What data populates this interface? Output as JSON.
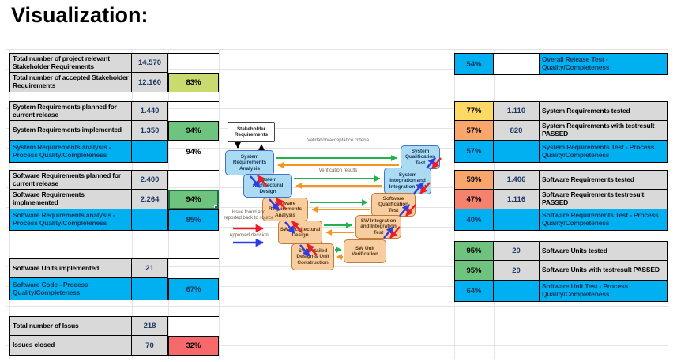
{
  "title": "Visualization:",
  "colors": {
    "cell_blue": "#00B0F0",
    "cell_gray": "#D9D9D9",
    "scale_green": "#6EC47E",
    "scale_yellow_green": "#C9DB6E",
    "scale_yellow": "#FFD966",
    "scale_orange": "#F8A66B",
    "scale_salmon": "#F5826C",
    "scale_red": "#F8696B",
    "selection_green": "#1E7145"
  },
  "left_sections": [
    {
      "rows": [
        {
          "label": "Total number of project relevant Stakeholder Requirements",
          "value": "14.570",
          "percent": "",
          "bg": ""
        },
        {
          "label": "Total number of accepted Stakeholder Requirements",
          "value": "12.160",
          "percent": "83%",
          "bg": "#C9DB6E"
        }
      ]
    },
    {
      "rows": [
        {
          "label": "System Requirements planned for current release",
          "value": "1.440",
          "percent": "",
          "bg": ""
        },
        {
          "label": "System Requirements implemented",
          "value": "1.350",
          "percent": "94%",
          "bg": "#6EC47E"
        },
        {
          "label": "System Requirements analysis - Process Quality/Completeness",
          "value": "",
          "percent": "94%",
          "bg": ""
        }
      ]
    },
    {
      "rows": [
        {
          "label": "Software Requirements planned for current release",
          "value": "2.400",
          "percent": "",
          "bg": ""
        },
        {
          "label": "Software Requirements implmemented",
          "value": "2.264",
          "percent": "94%",
          "bg": "#6EC47E"
        },
        {
          "label": "Software Requirements analysis - Process Quality/Completeness",
          "value": "",
          "percent": "85%",
          "bg": "#00B0F0"
        }
      ]
    },
    {
      "rows": [
        {
          "label": "Software Units implemented",
          "value": "21",
          "percent": "",
          "bg": ""
        },
        {
          "label": "Software Code - Process Quality/Completeness",
          "value": "",
          "percent": "67%",
          "bg": "#00B0F0"
        }
      ]
    },
    {
      "rows": [
        {
          "label": "Total number of Issus",
          "value": "218",
          "percent": "",
          "bg": ""
        },
        {
          "label": "Issues closed",
          "value": "70",
          "percent": "32%",
          "bg": "#F8696B"
        }
      ]
    }
  ],
  "right_sections": [
    {
      "rows": [
        {
          "percent": "54%",
          "value": "",
          "label": "Overall Release Test - Quality/Completeness",
          "bg": "#00B0F0"
        }
      ]
    },
    {
      "rows": [
        {
          "percent": "77%",
          "value": "1.110",
          "label": "System Requirements tested",
          "bg": "#FFD966"
        },
        {
          "percent": "57%",
          "value": "820",
          "label": "System Requirements with testresult PASSED",
          "bg": "#F8A66B"
        },
        {
          "percent": "57%",
          "value": "",
          "label": "System Requirements Test - Process Quality/Completeness",
          "bg": "#00B0F0"
        }
      ]
    },
    {
      "rows": [
        {
          "percent": "59%",
          "value": "1.406",
          "label": "Software Requirements tested",
          "bg": "#F8A66B"
        },
        {
          "percent": "47%",
          "value": "1.116",
          "label": "Software Requirements testresult PASSED",
          "bg": "#F5826C"
        },
        {
          "percent": "40%",
          "value": "",
          "label": "Software Requirements Test - Process Quality/Completeness",
          "bg": "#00B0F0"
        }
      ]
    },
    {
      "rows": [
        {
          "percent": "95%",
          "value": "20",
          "label": "Software Units tested",
          "bg": "#6EC47E"
        },
        {
          "percent": "95%",
          "value": "20",
          "label": "Software Units with testresult PASSED",
          "bg": "#6EC47E"
        },
        {
          "percent": "64%",
          "value": "",
          "label": "Software Unit Test - Process Quality/Completeness",
          "bg": "#00B0F0"
        }
      ]
    }
  ],
  "diagram": {
    "boxes": {
      "stakeholder": "Stakeholder Requirements",
      "sra": "System Requirements Analysis",
      "sqt": "System Qualification Test",
      "sad": "System Architectural Design",
      "sit": "System Integration and Integration Test",
      "swra": "Software Requirements Analysis",
      "swqt": "Software Qualification Test",
      "swad": "SW Architectural Design",
      "swit": "SW Integration and Integration Test",
      "swdd": "SW Detailed Design & Unit Construction",
      "swuv": "SW Unit Verification"
    },
    "labels": {
      "validation": "Validation/acceptance criteria",
      "verification": "Verification results"
    },
    "legend": {
      "red": "Issue found and reported back to source",
      "blue": "Approved decision"
    }
  }
}
